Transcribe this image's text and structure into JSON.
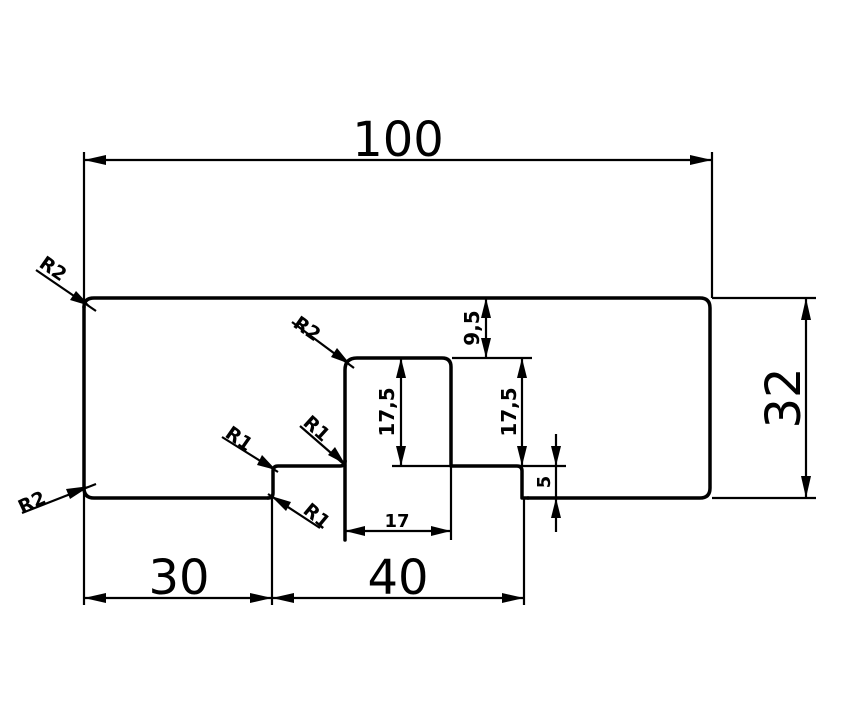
{
  "dimensions": {
    "overall_length": "100",
    "overall_height": "32",
    "left_segment": "30",
    "slot_span": "40",
    "slot_inner_width": "17",
    "slot_depth_left": "17,5",
    "slot_depth_right": "17,5",
    "top_offset": "9,5",
    "step_height": "5"
  },
  "radii": {
    "top_left_corner": "R2",
    "bottom_left_corner": "R2",
    "slot_top_corner": "R2",
    "step_upper": "R1",
    "step_inner": "R1",
    "step_lower": "R1"
  }
}
